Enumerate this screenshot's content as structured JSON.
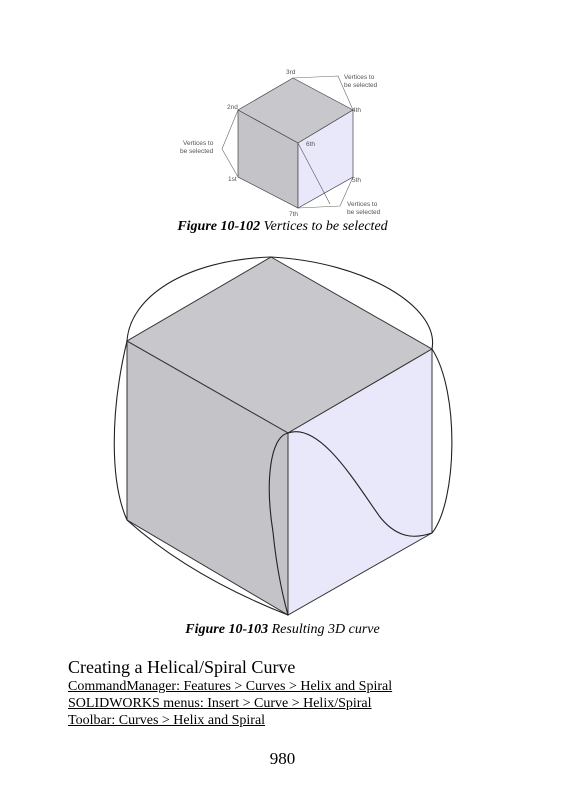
{
  "figure1": {
    "labels": {
      "third": "3rd",
      "second": "2nd",
      "fourth": "4th",
      "sixth": "6th",
      "first": "1st",
      "fifth": "5th",
      "seventh": "7th",
      "vertices_top_line1": "Vertices to",
      "vertices_top_line2": "be selected",
      "vertices_left_line1": "Vertices to",
      "vertices_left_line2": "be selected",
      "vertices_bottom_line1": "Vertices to",
      "vertices_bottom_line2": "be selected"
    },
    "caption_number": "Figure 10-102",
    "caption_text": " Vertices to be selected"
  },
  "figure2": {
    "caption_number": "Figure 10-103",
    "caption_text": " Resulting 3D curve"
  },
  "section": {
    "heading": "Creating a Helical/Spiral Curve",
    "menu_lines": [
      "CommandManager: Features > Curves > Helix and Spiral",
      "SOLIDWORKS menus: Insert > Curve > Helix/Spiral",
      "Toolbar: Curves > Helix and Spiral"
    ]
  },
  "page_number": "980",
  "colors": {
    "top_face": "#c8c8cc",
    "left_face": "#c3c3c8",
    "right_face": "#e8e8fa",
    "edge": "#333333"
  }
}
